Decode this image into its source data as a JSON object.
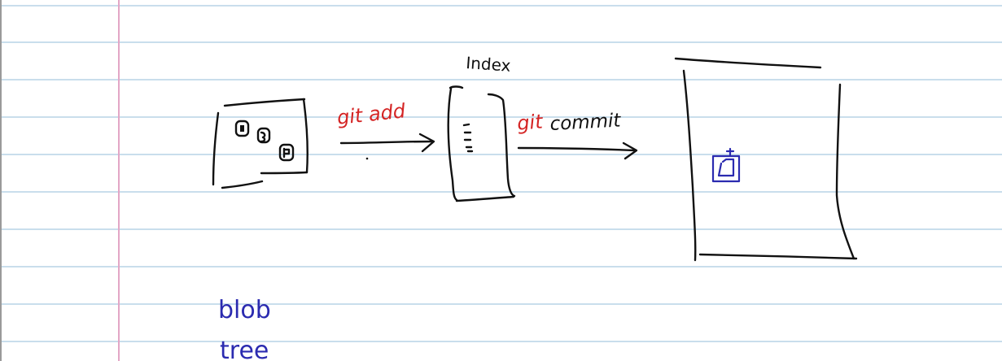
{
  "colors": {
    "paper": "#ffffff",
    "rule_line": "#b7d4e6",
    "margin_line": "#e3a6c6",
    "ink_black": "#111111",
    "ink_red": "#d42424",
    "ink_blue": "#2b2bb0"
  },
  "diagram": {
    "index_label": "Index",
    "git_add_label": "git add",
    "git_commit_prefix": "git",
    "git_commit_suffix": "commit"
  },
  "notes": {
    "word1": "blob",
    "word2": "tree"
  }
}
